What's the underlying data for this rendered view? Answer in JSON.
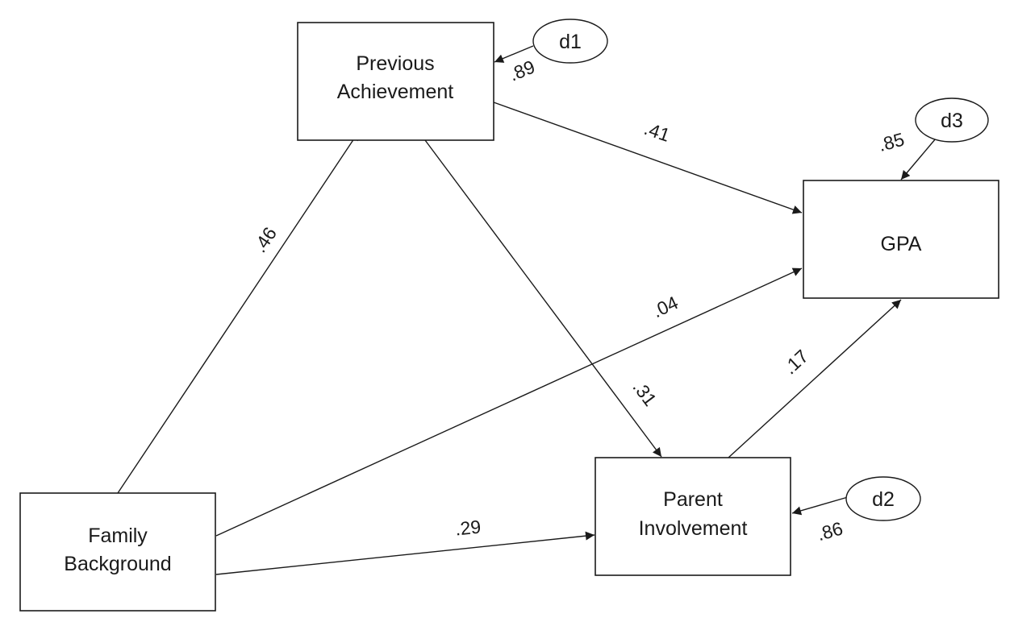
{
  "nodes": {
    "previous_achievement": {
      "line1": "Previous",
      "line2": "Achievement"
    },
    "gpa": {
      "label": "GPA"
    },
    "family_background": {
      "line1": "Family",
      "line2": "Background"
    },
    "parent_involvement": {
      "line1": "Parent",
      "line2": "Involvement"
    }
  },
  "disturbances": {
    "d1": "d1",
    "d2": "d2",
    "d3": "d3"
  },
  "coefficients": {
    "fb_to_pa": ".46",
    "fb_to_gpa": ".04",
    "fb_to_pi": ".29",
    "pa_to_gpa": ".41",
    "pa_to_pi": ".31",
    "pi_to_gpa": ".17",
    "d1_to_pa": ".89",
    "d2_to_pi": ".86",
    "d3_to_gpa": ".85"
  },
  "colors": {
    "stroke": "#1a1a1a",
    "background": "#ffffff"
  }
}
